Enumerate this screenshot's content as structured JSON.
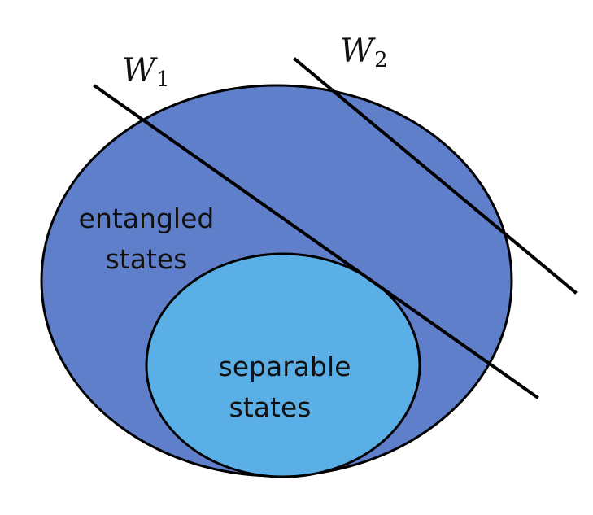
{
  "regions": {
    "entangled": {
      "line1": "entangled",
      "line2": "states",
      "fill": "#5f7fcb"
    },
    "separable": {
      "line1": "separable",
      "line2": "states",
      "fill": "#5ab0e6"
    }
  },
  "witnesses": [
    {
      "symbol": "W",
      "subscript": "1"
    },
    {
      "symbol": "W",
      "subscript": "2"
    }
  ],
  "colors": {
    "stroke": "#000000",
    "background": "#ffffff"
  }
}
